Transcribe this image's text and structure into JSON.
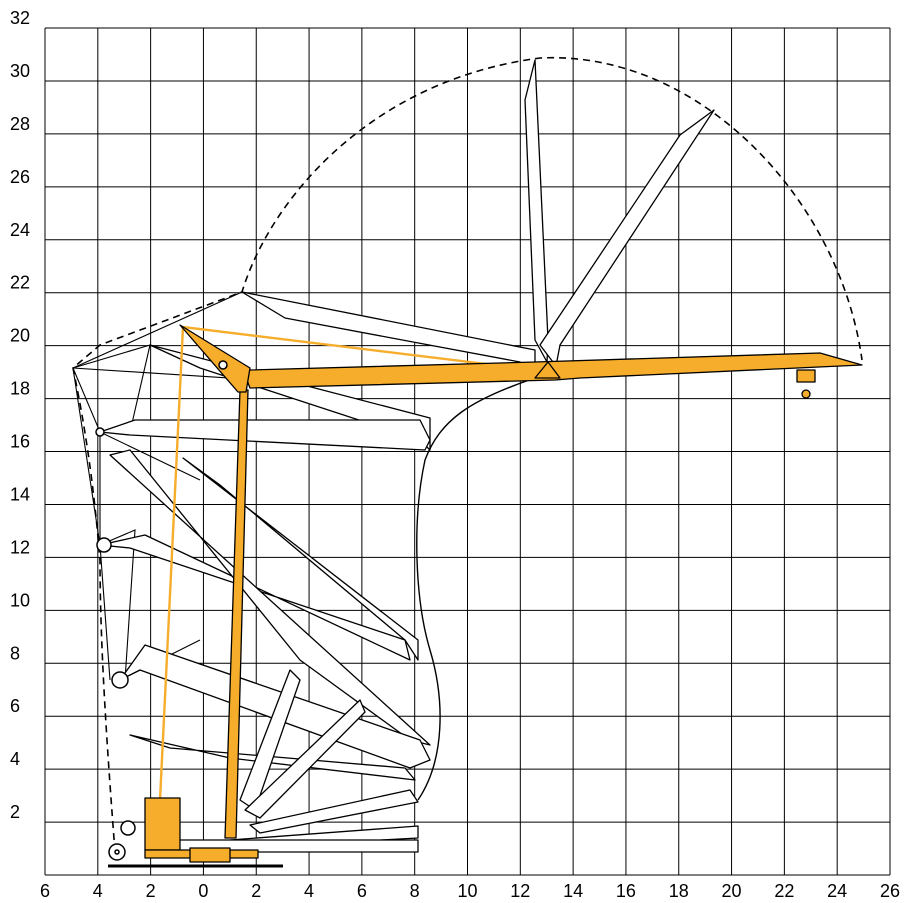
{
  "chart_data": {
    "type": "diagram",
    "description_title": "",
    "x_ticks": [
      "6",
      "4",
      "2",
      "0",
      "2",
      "4",
      "6",
      "8",
      "10",
      "12",
      "14",
      "16",
      "18",
      "20",
      "22",
      "24",
      "26"
    ],
    "y_ticks": [
      "2",
      "4",
      "6",
      "8",
      "10",
      "12",
      "14",
      "16",
      "18",
      "20",
      "22",
      "24",
      "26",
      "28",
      "30",
      "32"
    ],
    "x_range_m": [
      -6,
      26
    ],
    "y_range_m": [
      0,
      32
    ],
    "grid": true,
    "max_hook_height_m": 31,
    "max_radius_m": 25,
    "colors": {
      "crane": "#f6ad2b",
      "outline": "#000000",
      "background": "#ffffff"
    }
  }
}
